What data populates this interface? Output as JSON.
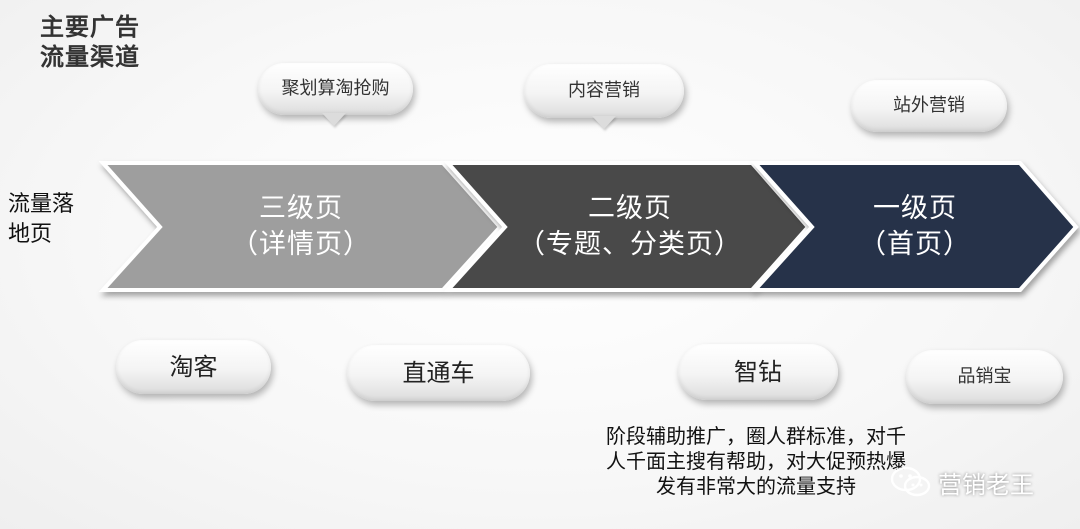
{
  "title": "主要广告\n流量渠道",
  "side_label": "流量落\n地页",
  "stages": [
    {
      "line1": "三级页",
      "line2": "（详情页）",
      "color": "#9e9e9e"
    },
    {
      "line1": "二级页",
      "line2": "（专题、分类页）",
      "color": "#4a4a4a"
    },
    {
      "line1": "一级页",
      "line2": "（首页）",
      "color": "#26334a"
    }
  ],
  "top_bubbles": [
    {
      "label": "聚划算淘抢购"
    },
    {
      "label": "内容营销"
    },
    {
      "label": "站外营销"
    }
  ],
  "bottom_bubbles": [
    {
      "label": "淘客"
    },
    {
      "label": "直通车"
    },
    {
      "label": "智钻"
    },
    {
      "label": "品销宝"
    }
  ],
  "note": "阶段辅助推广，圈人群标准，对千人千面主搜有帮助，对大促预热爆发有非常大的流量支持",
  "watermark": {
    "text": "营销老王",
    "icon": "wechat-icon"
  }
}
